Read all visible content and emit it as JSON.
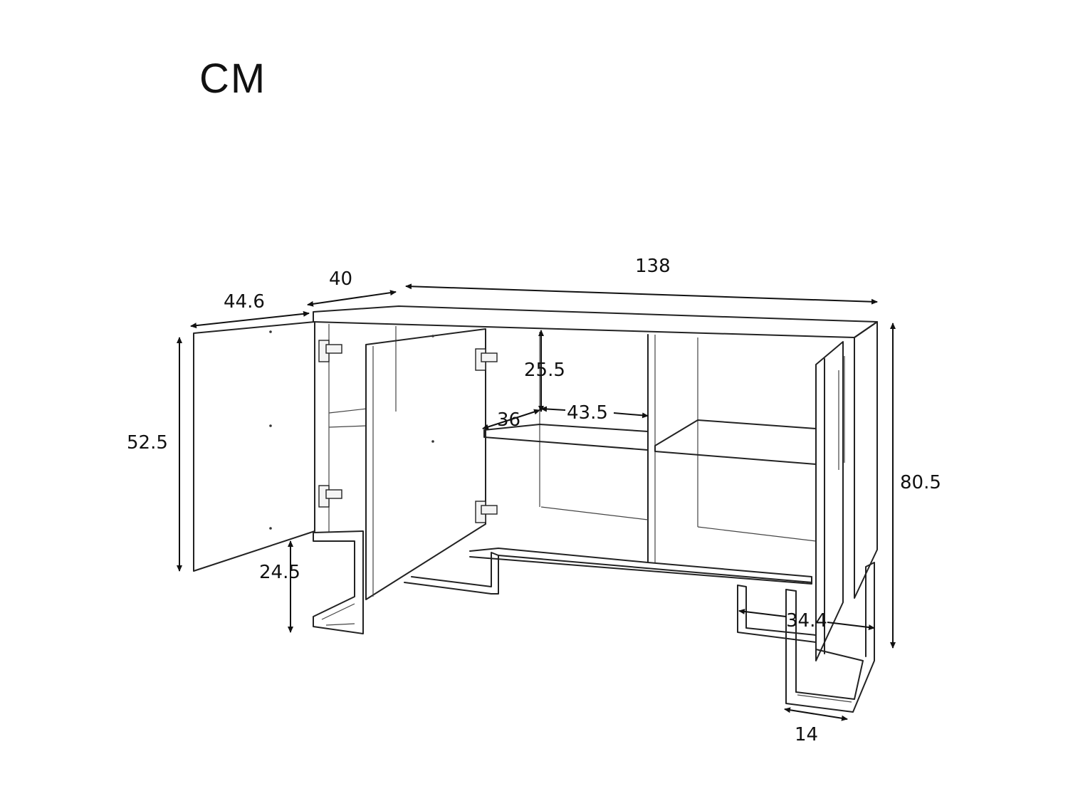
{
  "unit_label": "CM",
  "dimensions": {
    "door_width": "44.6",
    "depth": "40",
    "total_width": "138",
    "door_height": "52.5",
    "total_height": "80.5",
    "leg_height": "24.5",
    "shelf_height": "25.5",
    "shelf_depth": "36",
    "compartment_width": "43.5",
    "leg_depth": "34.4",
    "leg_width": "14"
  },
  "colors": {
    "ink": "#111111",
    "background": "#ffffff"
  }
}
